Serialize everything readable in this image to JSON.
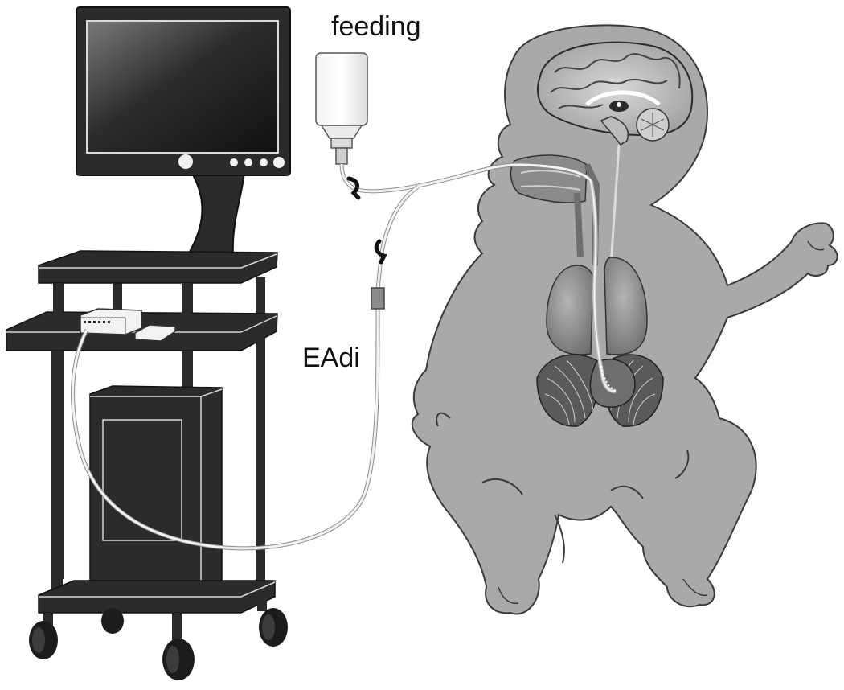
{
  "labels": {
    "feeding": "feeding",
    "eadi": "EAdi"
  },
  "colors": {
    "background": "#ffffff",
    "equipment_dark": "#2b2b2b",
    "equipment_edge": "#111111",
    "body_fill": "#a9a9a9",
    "body_outline": "#3a3a3a",
    "organ_fill": "#8a8a8a",
    "tube": "#f2f2f2",
    "tube_outline": "#8c8c8c",
    "connector": "#111111"
  },
  "elements": {
    "monitor": "monitor-screen",
    "cart": "equipment-cart",
    "computer": "computer-tower",
    "amplifier": "signal-amplifier-box",
    "feeding_bottle": "feeding-bottle",
    "catheter": "nasogastric-catheter",
    "infant": "infant-figure"
  }
}
